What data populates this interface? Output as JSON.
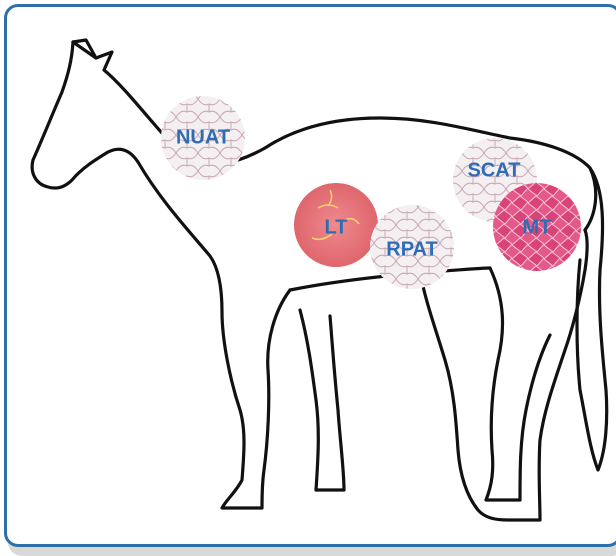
{
  "figure": {
    "subject_icon": "horse-outline",
    "tissue_sites": [
      {
        "id": "nuat",
        "label": "NUAT",
        "stain": "adipocyte-white",
        "fill": "#f3ecee"
      },
      {
        "id": "lt",
        "label": "LT",
        "stain": "tendon-pink",
        "fill": "#e8737b"
      },
      {
        "id": "rpat",
        "label": "RPAT",
        "stain": "adipocyte-white",
        "fill": "#f1ebee"
      },
      {
        "id": "scat",
        "label": "SCAT",
        "stain": "adipocyte-white",
        "fill": "#efe8eb"
      },
      {
        "id": "mt",
        "label": "MT",
        "stain": "muscle-magenta",
        "fill": "#e0507d"
      }
    ],
    "colors": {
      "frame_border": "#2f6fa8",
      "label_text": "#2e6db3",
      "outline": "#111111"
    }
  }
}
